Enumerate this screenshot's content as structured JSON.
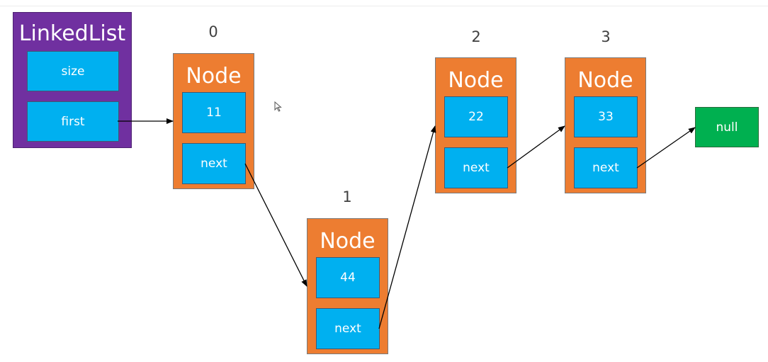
{
  "linked_list": {
    "title": "LinkedList",
    "fields": {
      "size": "size",
      "first": "first"
    }
  },
  "nodes": [
    {
      "index": "0",
      "title": "Node",
      "value": "11",
      "next": "next"
    },
    {
      "index": "1",
      "title": "Node",
      "value": "44",
      "next": "next"
    },
    {
      "index": "2",
      "title": "Node",
      "value": "22",
      "next": "next"
    },
    {
      "index": "3",
      "title": "Node",
      "value": "33",
      "next": "next"
    }
  ],
  "null_label": "null",
  "colors": {
    "linked_list": "#7030a0",
    "node": "#ed7d31",
    "field": "#00b0f0",
    "null": "#00b050",
    "arrow": "#000000"
  }
}
